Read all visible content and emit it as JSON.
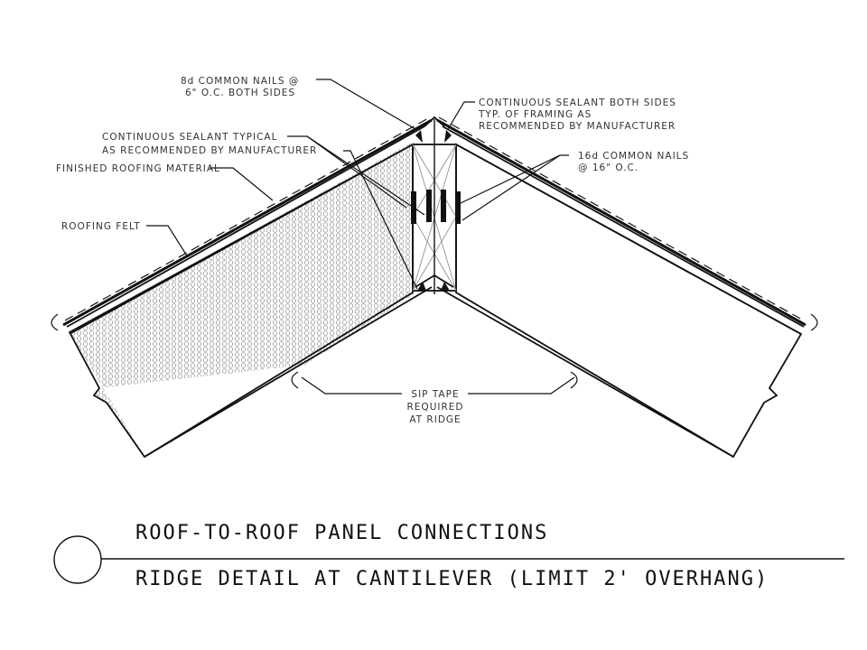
{
  "labels": {
    "nails_8d_line1": "8d COMMON NAILS @",
    "nails_8d_line2": "6\" O.C. BOTH SIDES",
    "sealant_both_line1": "CONTINUOUS SEALANT BOTH SIDES",
    "sealant_both_line2": "TYP. OF FRAMING AS",
    "sealant_both_line3": "RECOMMENDED BY MANUFACTURER",
    "sealant_typ_line1": "CONTINUOUS SEALANT TYPICAL",
    "sealant_typ_line2": "AS RECOMMENDED BY MANUFACTURER",
    "nails_16d_line1": "16d COMMON NAILS",
    "nails_16d_line2": "@ 16\" O.C.",
    "finished_roofing": "FINISHED ROOFING MATERIAL",
    "roofing_felt": "ROOFING FELT",
    "sip_tape_line1": "SIP TAPE",
    "sip_tape_line2": "REQUIRED",
    "sip_tape_line3": "AT RIDGE"
  },
  "title_block": {
    "title": "ROOF-TO-ROOF PANEL CONNECTIONS",
    "subtitle": "RIDGE DETAIL AT CANTILEVER (LIMIT 2' OVERHANG)"
  },
  "colors": {
    "ink": "#111111",
    "insulation_hatch": "#8a8a8a",
    "background": "#ffffff"
  }
}
